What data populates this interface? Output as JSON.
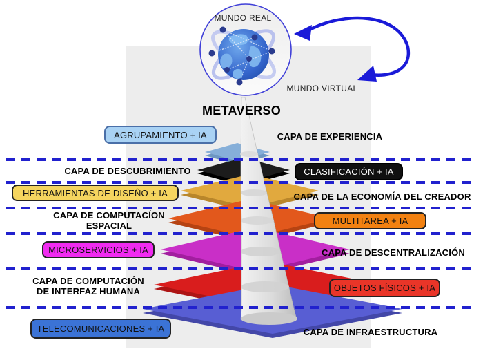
{
  "header": {
    "real_world_label": "MUNDO REAL",
    "virtual_world_label": "MUNDO VIRTUAL",
    "title": "METAVERSO"
  },
  "colors": {
    "dashed_line": "#2121CE",
    "arrow": "#1A1AD8",
    "background_panel": "#EDEDED",
    "cone_light": "#F0F0F0",
    "cone_dark": "#BFBFBF"
  },
  "layers": [
    {
      "title": "CAPA DE EXPERIENCIA",
      "tag": "AGRUPAMIENTO + IA",
      "tag_bg": "#A9D2F4",
      "tag_border": "#4A6FA8",
      "tag_text": "#111111",
      "platter": "#86AFD9",
      "platter_dark": "#6E97C2"
    },
    {
      "title": "CAPA DE DESCUBRIMIENTO",
      "tag": "CLASIFICACIÓN + IA",
      "tag_bg": "#101010",
      "tag_border": "#000000",
      "tag_text": "#FFFFFF",
      "platter": "#1C1C1C",
      "platter_dark": "#000000"
    },
    {
      "title": "CAPA DE LA ECONOMÍA DEL CREADOR",
      "tag": "HERRAMIENTAS DE DISEÑO + IA",
      "tag_bg": "#F5D55F",
      "tag_border": "#222222",
      "tag_text": "#111111",
      "platter": "#E1A93E",
      "platter_dark": "#B9862A"
    },
    {
      "title": "CAPA DE COMPUTACÍON\nESPACIAL",
      "tag": "MULTITAREA + IA",
      "tag_bg": "#F28111",
      "tag_border": "#222222",
      "tag_text": "#111111",
      "platter": "#E2581C",
      "platter_dark": "#B64312"
    },
    {
      "title": "CAPA DE DESCENTRALIZACIÓN",
      "tag": "MICROSERVICIOS + IA",
      "tag_bg": "#F02BF0",
      "tag_border": "#222222",
      "tag_text": "#111111",
      "platter": "#C92FC7",
      "platter_dark": "#A21E9F"
    },
    {
      "title": "CAPA DE COMPUTACIÓN\nDE INTERFAZ HUMANA",
      "tag": "OBJETOS FÍSICOS + IA",
      "tag_bg": "#E93528",
      "tag_border": "#222222",
      "tag_text": "#111111",
      "platter": "#D91D1D",
      "platter_dark": "#AD1414"
    },
    {
      "title": "CAPA DE INFRAESTRUCTURA",
      "tag": "TELECOMUNICACIONES + IA",
      "tag_bg": "#3B73D6",
      "tag_border": "#222222",
      "tag_text": "#111111",
      "platter": "#585ED3",
      "platter_dark": "#4347A8"
    }
  ]
}
